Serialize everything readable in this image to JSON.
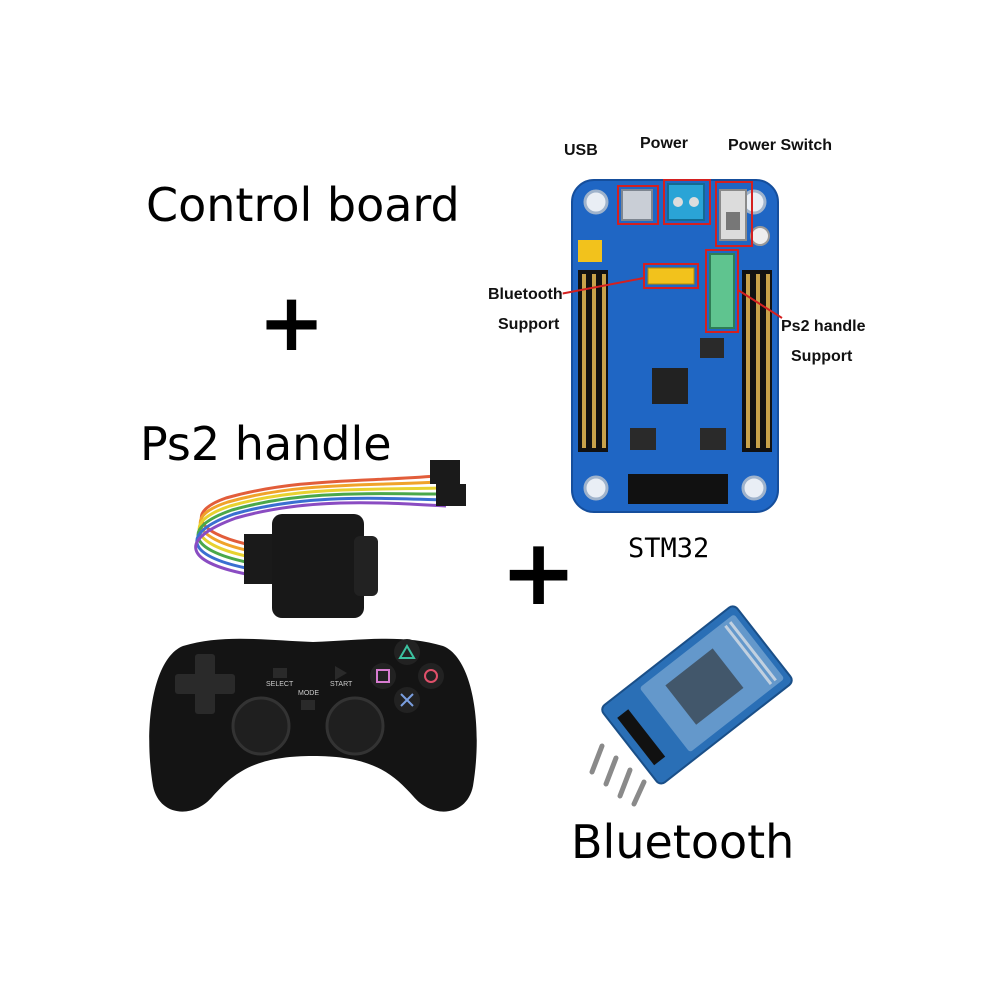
{
  "labels": {
    "control_board": "Control board",
    "plus": "+",
    "ps2_handle": "Ps2 handle",
    "stm32": "STM32",
    "bluetooth": "Bluetooth"
  },
  "board_callouts": {
    "usb": "USB",
    "power": "Power",
    "power_switch": "Power Switch",
    "bluetooth_support_line1": "Bluetooth",
    "bluetooth_support_line2": "Support",
    "ps2_support_line1": "Ps2 handle",
    "ps2_support_line2": "Support"
  },
  "gamepad_labels": {
    "select": "SELECT",
    "mode": "MODE",
    "start": "START"
  },
  "colors": {
    "board_blue": "#1f66c4",
    "callout_red": "#d42020",
    "module_blue": "#2a6fb6",
    "controller_black": "#141414"
  }
}
